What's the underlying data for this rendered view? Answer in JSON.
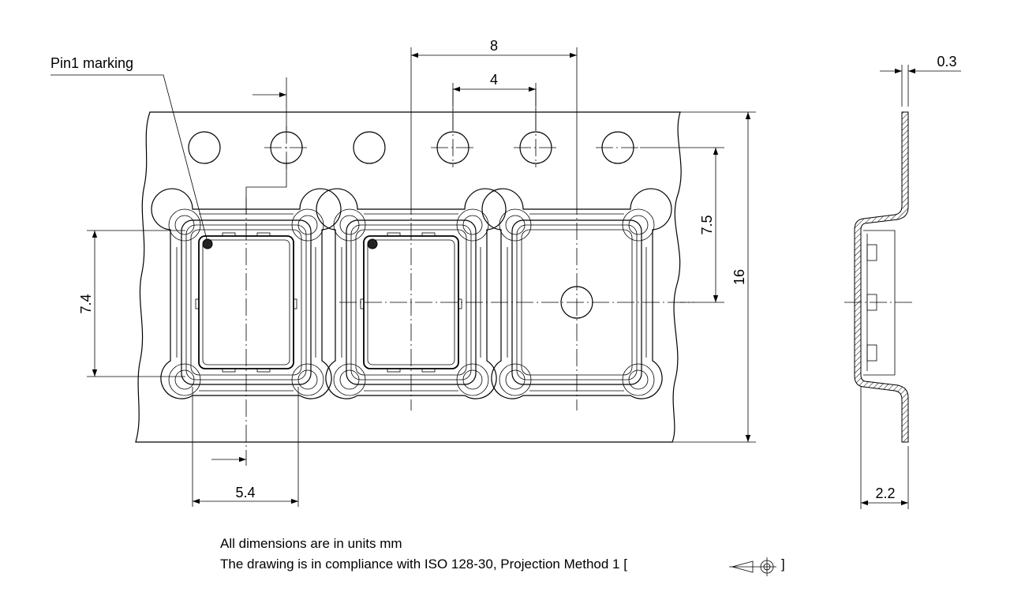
{
  "labels": {
    "pin1": "Pin1 marking",
    "dim_8": "8",
    "dim_4": "4",
    "dim_7_5": "7.5",
    "dim_16": "16",
    "dim_7_4": "7.4",
    "dim_5_4": "5.4",
    "dim_0_3": "0.3",
    "dim_2_2": "2.2"
  },
  "notes": {
    "units": "All dimensions are in units mm",
    "standard_prefix": "The drawing is in compliance with ISO 128-30, Projection Method 1 [",
    "standard_suffix": "]"
  },
  "icons": {
    "projection_symbol": "first-angle-projection-icon"
  }
}
